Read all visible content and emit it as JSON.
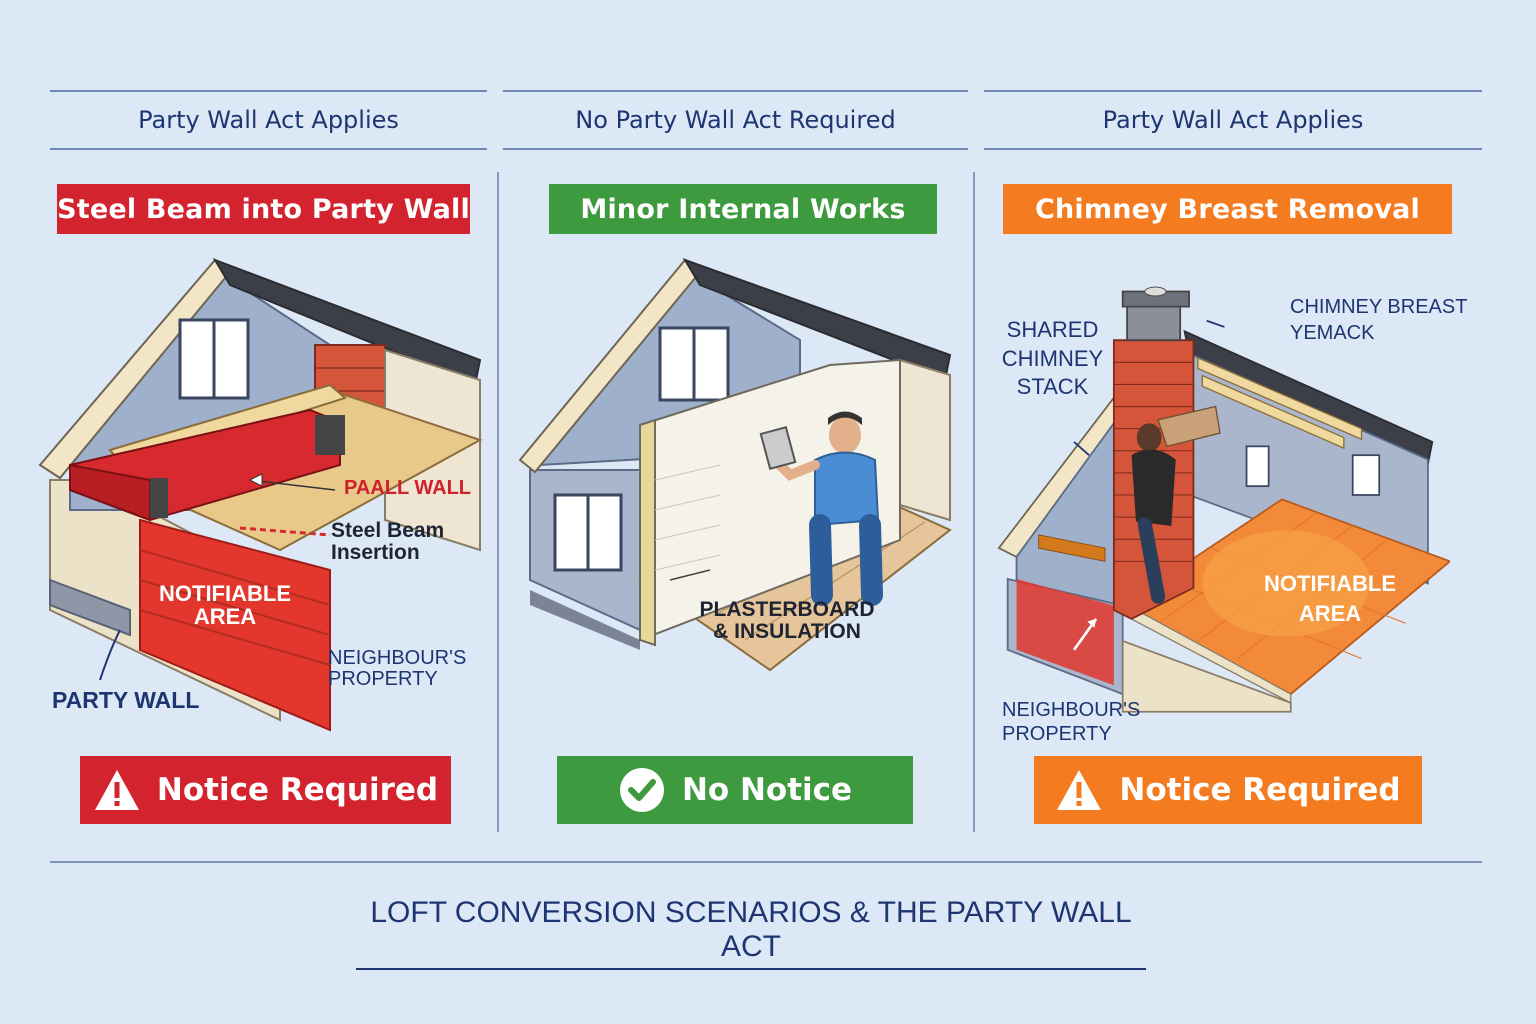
{
  "panels": [
    {
      "header": "Party Wall Act Applies",
      "title": "Steel Beam into Party Wall",
      "title_color": "#d2232e",
      "labels": {
        "paall_wall": "PAALL WALL",
        "steel_beam": "Steel Beam Insertion",
        "notifiable": "NOTIFIABLE AREA",
        "neighbour": "NEIGHBOUR'S PROPERTY",
        "party_wall": "PARTY WALL"
      },
      "status": "Notice Required",
      "status_icon": "warning-icon",
      "status_color": "#d2232e"
    },
    {
      "header": "No Party Wall Act Required",
      "title": "Minor Internal Works",
      "title_color": "#3e9a3e",
      "labels": {
        "plasterboard": "PLASTERBOARD & INSULATION"
      },
      "status": "No Notice",
      "status_icon": "check-icon",
      "status_color": "#3e9a3e"
    },
    {
      "header": "Party Wall Act Applies",
      "title": "Chimney Breast Removal",
      "title_color": "#f47b20",
      "labels": {
        "shared_chimney": "SHARED CHIMNEY STACK",
        "chimney_breast": "CHIMNEY BREAST YEMACK",
        "notifiable": "NOTIFIABLE AREA",
        "neighbour": "NEIGHBOUR'S PROPERTY"
      },
      "status": "Notice Required",
      "status_icon": "warning-icon",
      "status_color": "#f47b20"
    }
  ],
  "footer": "LOFT CONVERSION SCENARIOS & THE PARTY WALL ACT"
}
